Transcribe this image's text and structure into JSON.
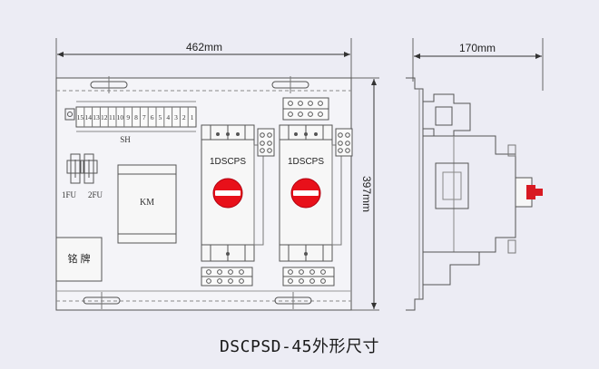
{
  "front_view": {
    "width_label": "462mm",
    "height_label": "397mm",
    "terminal_strip_label": "SH",
    "terminal_numbers": [
      "15",
      "14",
      "13",
      "12",
      "11",
      "10",
      "9",
      "8",
      "7",
      "6",
      "5",
      "4",
      "3",
      "2",
      "1"
    ],
    "fuse_left_label": "1FU",
    "fuse_right_label": "2FU",
    "contactor_label": "KM",
    "nameplate_label": "铭 牌",
    "switch_left_label": "1DSCPS",
    "switch_right_label": "1DSCPS"
  },
  "side_view": {
    "depth_label": "170mm"
  },
  "caption": "DSCPSD-45外形尺寸",
  "colors": {
    "background": "#ececf4",
    "line": "#555555",
    "handle": "#e8101a",
    "side_handle": "#d81a22"
  }
}
